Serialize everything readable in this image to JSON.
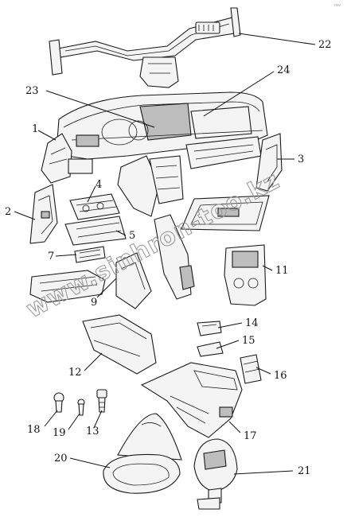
{
  "watermark": "www.sinhron-too.kz",
  "corner_mark": "rev",
  "callouts": [
    {
      "id": "c1",
      "label": "1"
    },
    {
      "id": "c2",
      "label": "2"
    },
    {
      "id": "c3",
      "label": "3"
    },
    {
      "id": "c4",
      "label": "4"
    },
    {
      "id": "c5",
      "label": "5"
    },
    {
      "id": "c7",
      "label": "7"
    },
    {
      "id": "c9",
      "label": "9"
    },
    {
      "id": "c11",
      "label": "11"
    },
    {
      "id": "c12",
      "label": "12"
    },
    {
      "id": "c13",
      "label": "13"
    },
    {
      "id": "c14",
      "label": "14"
    },
    {
      "id": "c15",
      "label": "15"
    },
    {
      "id": "c16",
      "label": "16"
    },
    {
      "id": "c17",
      "label": "17"
    },
    {
      "id": "c18",
      "label": "18"
    },
    {
      "id": "c19",
      "label": "19"
    },
    {
      "id": "c20",
      "label": "20"
    },
    {
      "id": "c21",
      "label": "21"
    },
    {
      "id": "c22",
      "label": "22"
    },
    {
      "id": "c23",
      "label": "23"
    },
    {
      "id": "c24",
      "label": "24"
    }
  ]
}
